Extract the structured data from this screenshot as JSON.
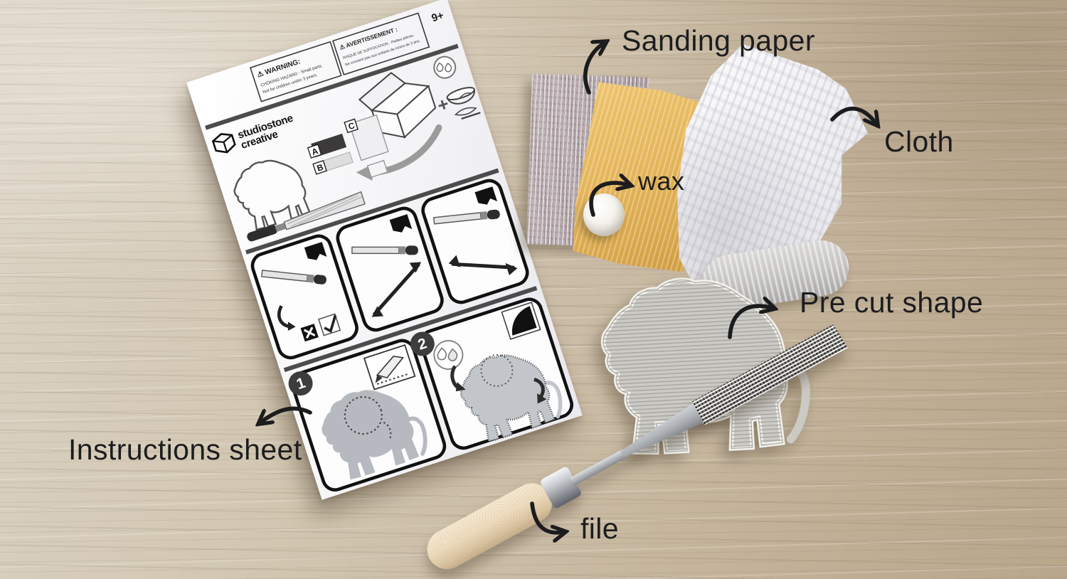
{
  "photo_labels": {
    "sanding_paper": "Sanding paper",
    "cloth": "Cloth",
    "wax": "wax",
    "pre_cut_shape": "Pre cut shape",
    "instructions_sheet": "Instructions sheet",
    "file": "file"
  },
  "sheet": {
    "age_rating": "9+",
    "brand": {
      "line1": "studiostone",
      "line2": "creative"
    },
    "warning_en": {
      "title": "⚠ WARNING:",
      "line1": "CHOKING HAZARD - Small parts.",
      "line2": "Not for children under 3 years."
    },
    "warning_fr": {
      "title": "⚠ AVERTISSEMENT :",
      "line1": "RISQUE DE SUFFOCATION - Petites pièces.",
      "line2": "Ne convient pas aux enfants de moins de 3 ans."
    },
    "plus_sign": "+",
    "part_labels": {
      "a": "A",
      "b": "B",
      "c": "C"
    },
    "steps": {
      "step1": "1",
      "step2": "2"
    }
  },
  "colors": {
    "wood_light": "#d9d0c1",
    "wood_dark": "#b9a78c",
    "paper_white": "#f7f7f9",
    "sandpaper_purple": "#b4a7ab",
    "sandpaper_yellow": "#e4b55c",
    "stone_gray": "#cbcac5",
    "handle_wood": "#eedcbe",
    "annotation_black": "#1d1d1f"
  }
}
